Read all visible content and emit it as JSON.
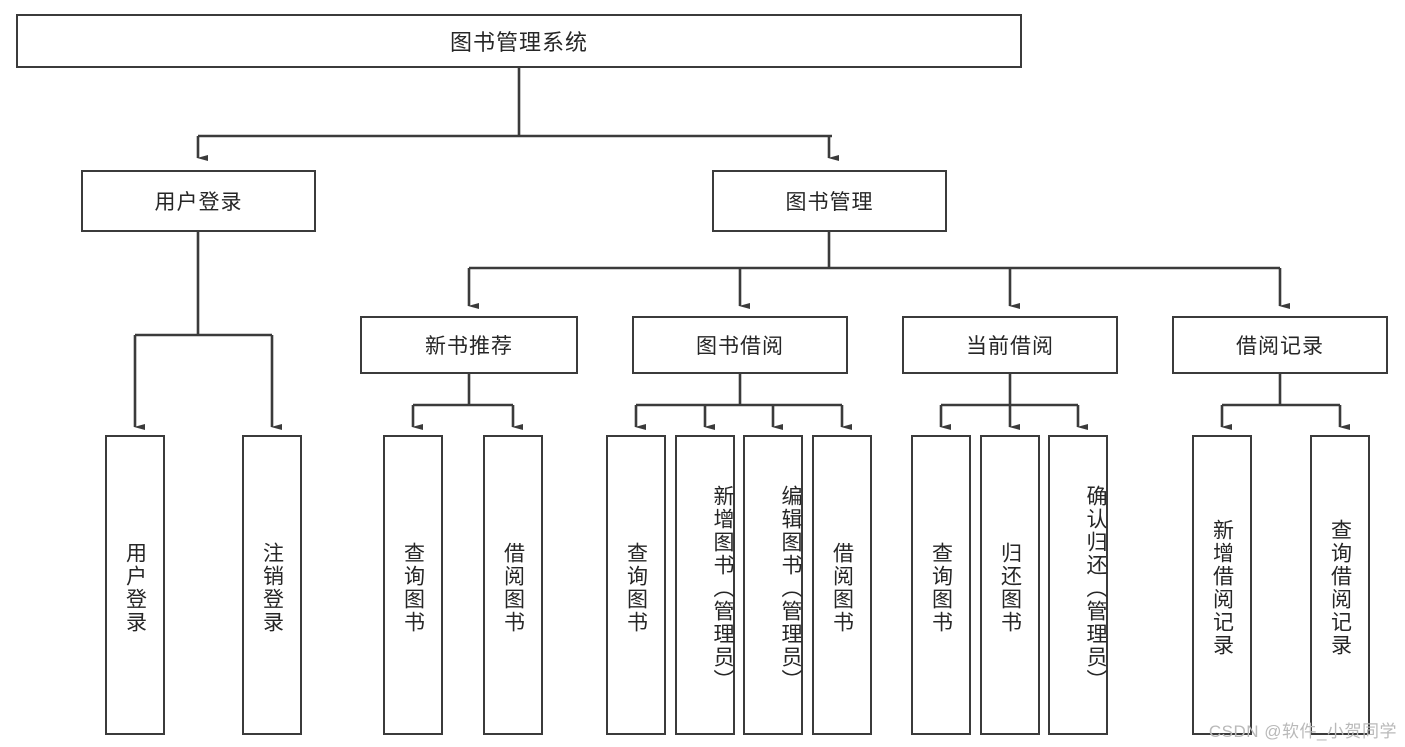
{
  "diagram": {
    "title": "图书管理系统",
    "type": "hierarchy-tree",
    "colors": {
      "box_border": "#3b3b3b",
      "box_fill": "#ffffff",
      "line": "#3b3b3b",
      "text": "#262626",
      "watermark": "#b9b9b9"
    },
    "root": {
      "label": "图书管理系统"
    },
    "level2": [
      {
        "label": "用户登录"
      },
      {
        "label": "图书管理"
      }
    ],
    "level3": [
      {
        "label": "新书推荐"
      },
      {
        "label": "图书借阅"
      },
      {
        "label": "当前借阅"
      },
      {
        "label": "借阅记录"
      }
    ],
    "leaves": {
      "user_login": [
        {
          "label": "用户登录"
        },
        {
          "label": "注销登录"
        }
      ],
      "new_book_recommend": [
        {
          "label": "查询图书"
        },
        {
          "label": "借阅图书"
        }
      ],
      "book_borrow": [
        {
          "label": "查询图书"
        },
        {
          "label": "新增图书（管理员）"
        },
        {
          "label": "编辑图书（管理员）"
        },
        {
          "label": "借阅图书"
        }
      ],
      "current_borrow": [
        {
          "label": "查询图书"
        },
        {
          "label": "归还图书"
        },
        {
          "label": "确认归还（管理员）"
        }
      ],
      "borrow_records": [
        {
          "label": "新增借阅记录"
        },
        {
          "label": "查询借阅记录"
        }
      ]
    }
  },
  "watermark": {
    "text": "CSDN @软件_小贺同学"
  }
}
